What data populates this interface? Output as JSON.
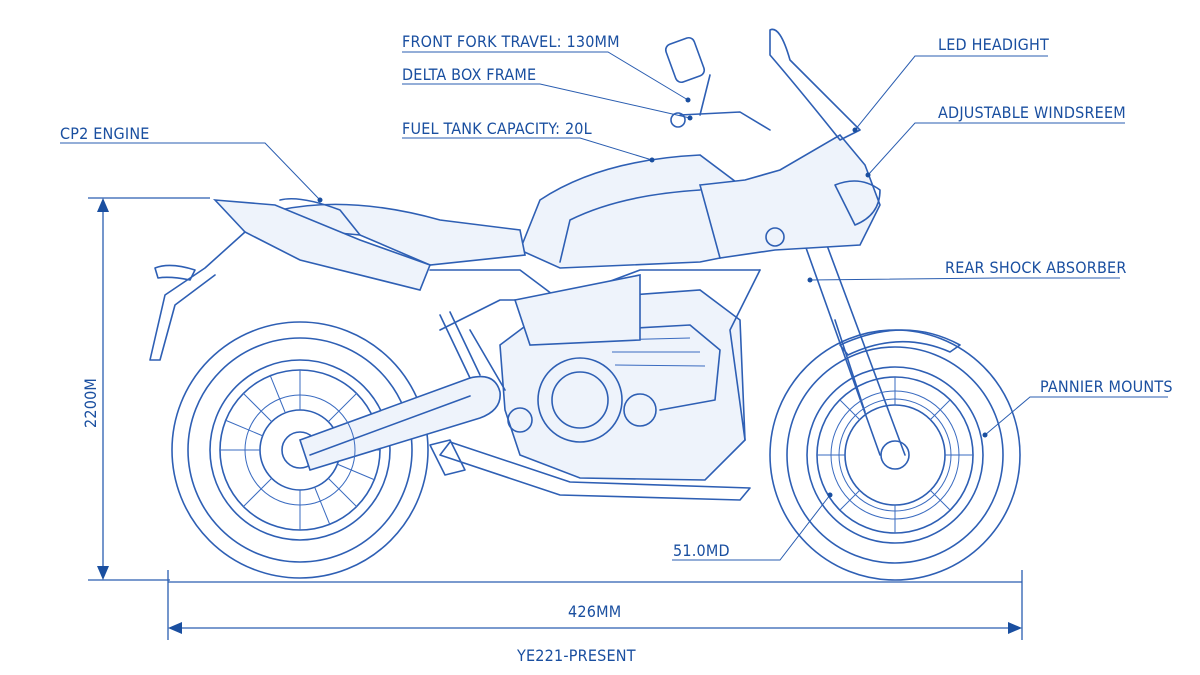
{
  "labels": {
    "front_fork_travel": "FRONT FORK TRAVEL: 130MM",
    "delta_box_frame": "DELTA BOX FRAME",
    "fuel_tank_capacity": "FUEL TANK CAPACITY: 20L",
    "cp2_engine": "CP2 ENGINE",
    "led_headlight": "LED HEADIGHT",
    "adjustable_windscreen": "ADJUSTABLE WINDSREEM",
    "rear_shock_absorber": "REAR SHOCK ABSORBER",
    "pannier_mounts": "PANNIER MOUNTS",
    "wheel_dimension": "51.0MD"
  },
  "dimensions": {
    "height": "2200M",
    "length": "426MM",
    "model_years": "YE221-PRESENT"
  },
  "colors": {
    "ink": "#1a4fa0",
    "line": "#2e5fb4",
    "background": "#ffffff"
  }
}
